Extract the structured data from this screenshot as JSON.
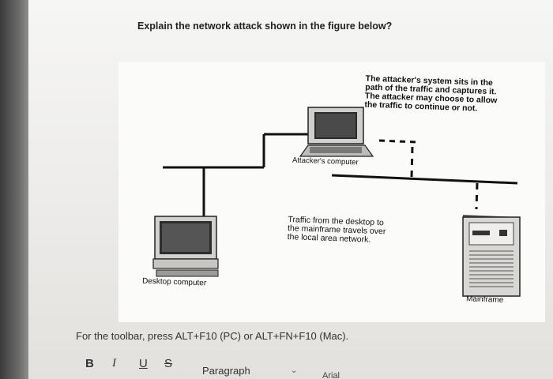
{
  "question": {
    "text": "Explain the network attack shown in the figure below?"
  },
  "figure": {
    "attacker_note": "The attacker's system sits in the\npath of the traffic and captures it.\nThe attacker may choose to allow\nthe traffic to continue or not.",
    "traffic_note": "Traffic from the desktop to\nthe mainframe travels over\nthe local area network.",
    "labels": {
      "attacker": "Attacker's computer",
      "desktop": "Desktop computer",
      "mainframe": "Mainframe"
    }
  },
  "editor": {
    "toolbar_hint": "For the toolbar, press ALT+F10 (PC) or ALT+FN+F10 (Mac).",
    "buttons": {
      "bold": "B",
      "italic": "I",
      "underline": "U",
      "strike": "S"
    },
    "paragraph_select": "Paragraph",
    "font_select": "Arial"
  },
  "icons": [
    "bold-icon",
    "italic-icon",
    "underline-icon",
    "strikethrough-icon",
    "chevron-down-icon"
  ],
  "colors": {
    "page_bg": "#f6f6f5",
    "text": "#222222"
  }
}
